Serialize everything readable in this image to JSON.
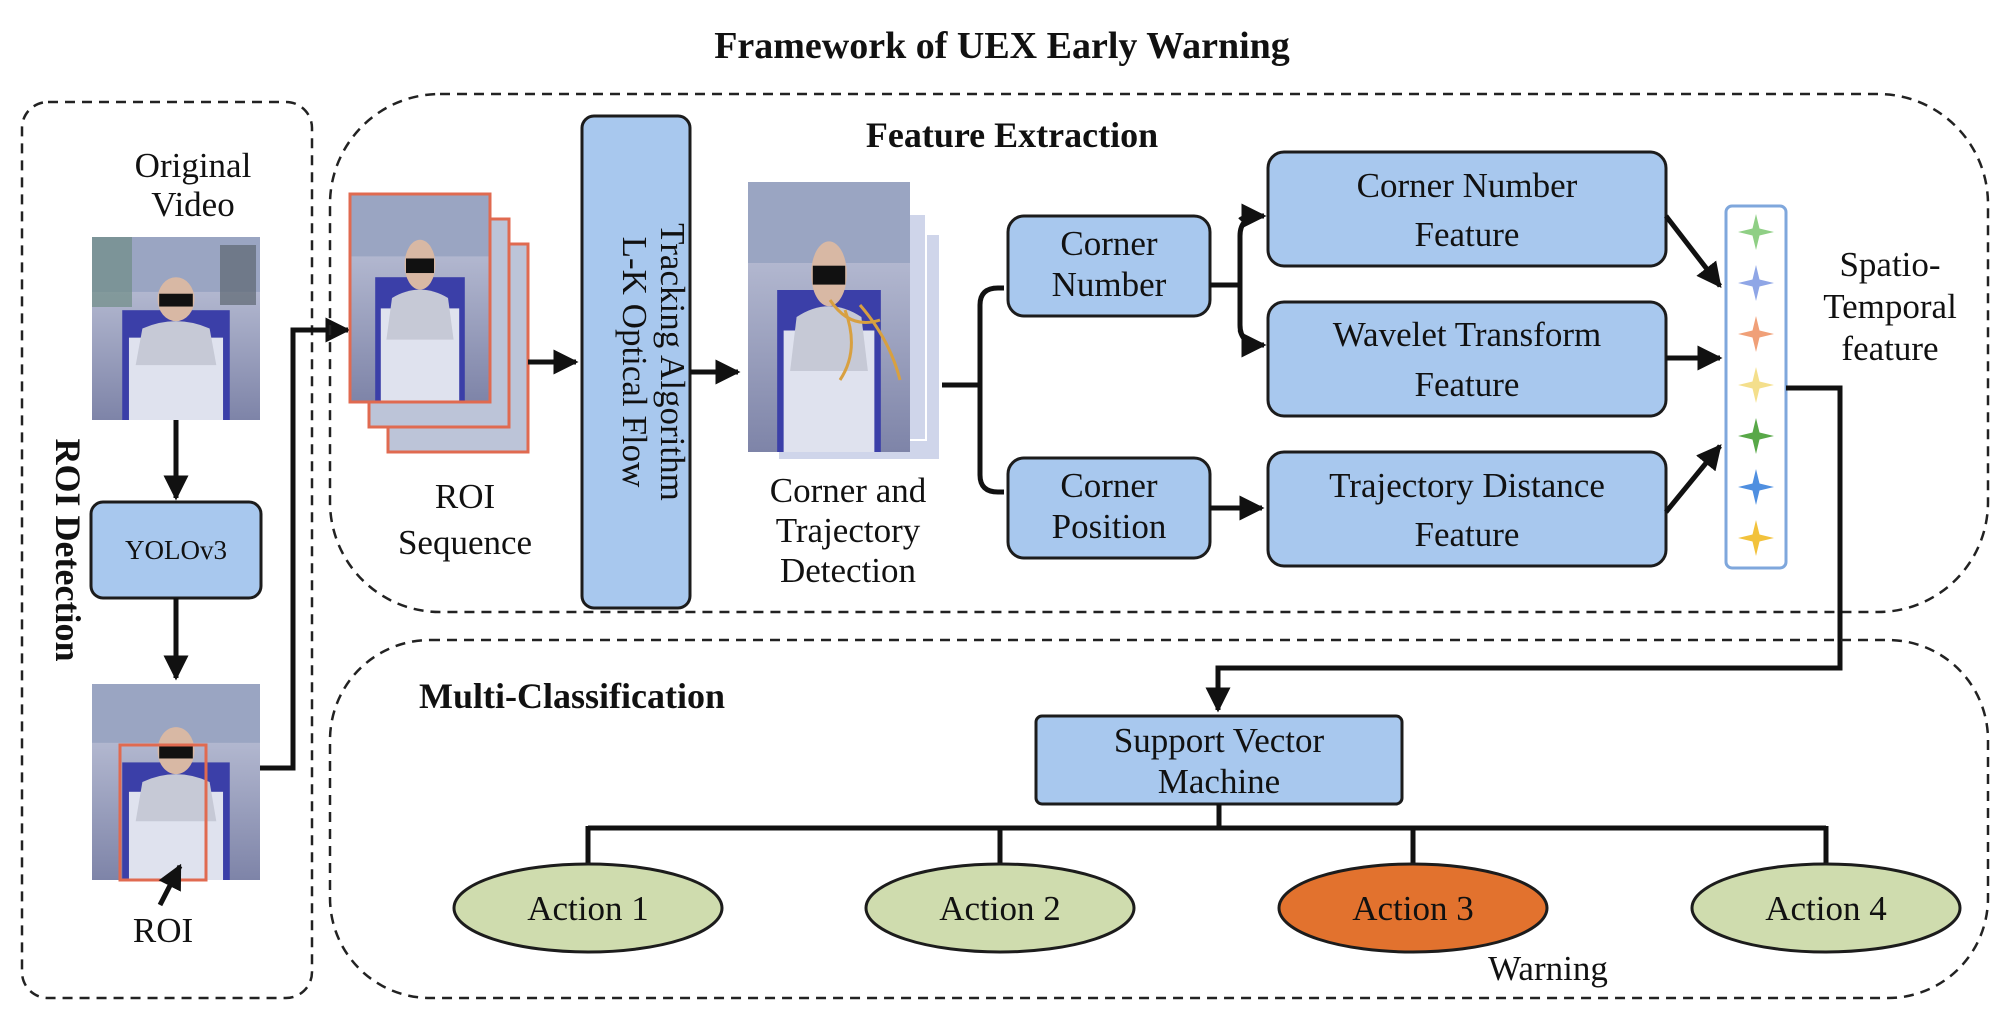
{
  "title": "Framework of UEX Early Warning",
  "sections": {
    "roi_detection": "ROI Detection",
    "feature_extraction": "Feature Extraction",
    "multi_classification": "Multi-Classification"
  },
  "roi_detection": {
    "original_video": [
      "Original",
      "Video"
    ],
    "detector": "YOLOv3",
    "roi_label": "ROI"
  },
  "feature_extraction": {
    "roi_sequence": [
      "ROI",
      "Sequence"
    ],
    "tracking": [
      "L-K Optical Flow",
      "Tracking Algorithm"
    ],
    "detection": [
      "Corner and",
      "Trajectory",
      "Detection"
    ],
    "corner_number": [
      "Corner",
      "Number"
    ],
    "corner_position": [
      "Corner",
      "Position"
    ],
    "corner_number_feature": [
      "Corner Number",
      "Feature"
    ],
    "wavelet_feature": [
      "Wavelet Transform",
      "Feature"
    ],
    "trajectory_feature": [
      "Trajectory Distance",
      "Feature"
    ],
    "spatio_temporal": [
      "Spatio-",
      "Temporal",
      "feature"
    ],
    "feature_star_colors": [
      "#8fcf85",
      "#8fa6e6",
      "#f0a078",
      "#f4df8c",
      "#58a848",
      "#4f8fe0",
      "#f2c23c"
    ]
  },
  "classification": {
    "classifier": [
      "Support Vector",
      "Machine"
    ],
    "actions": [
      {
        "label": "Action 1",
        "color": "#cfdcae"
      },
      {
        "label": "Action 2",
        "color": "#cfdcae"
      },
      {
        "label": "Action 3",
        "color": "#e2722e"
      },
      {
        "label": "Action 4",
        "color": "#cfdcae"
      }
    ],
    "warning": "Warning"
  }
}
